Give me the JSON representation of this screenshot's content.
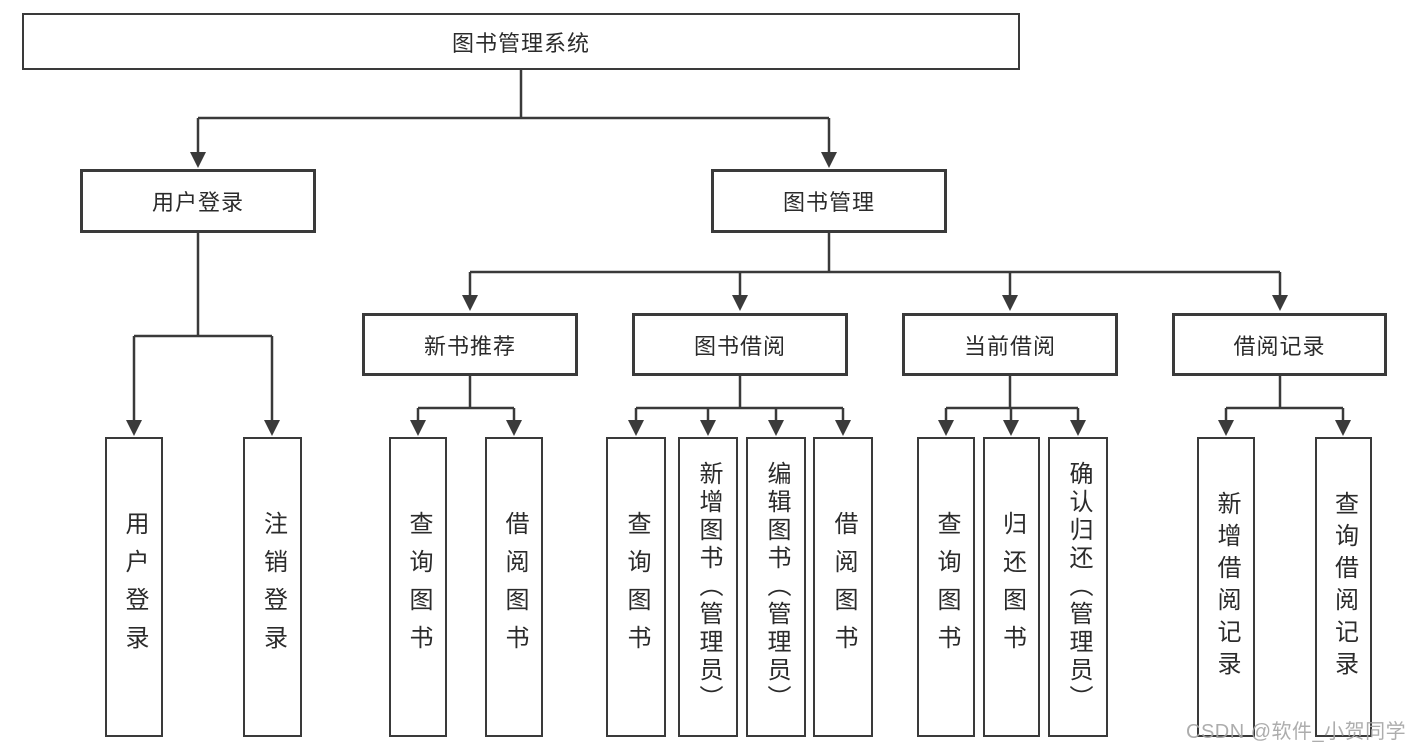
{
  "diagram": {
    "nodes": {
      "root": "图书管理系统",
      "level2": [
        "用户登录",
        "图书管理"
      ],
      "level3": [
        "新书推荐",
        "图书借阅",
        "当前借阅",
        "借阅记录"
      ],
      "leaves": [
        "用户登录",
        "注销登录",
        "查询图书",
        "借阅图书",
        "查询图书",
        "新增图书（管理员）",
        "编辑图书（管理员）",
        "借阅图书",
        "查询图书",
        "归还图书",
        "确认归还（管理员）",
        "新增借阅记录",
        "查询借阅记录"
      ]
    },
    "colors": {
      "line": "#3a3a3a",
      "text": "#2b2b2b",
      "background": "#ffffff",
      "watermark": "#a4a4a4"
    }
  },
  "watermark": "CSDN @软件_小贺同学"
}
